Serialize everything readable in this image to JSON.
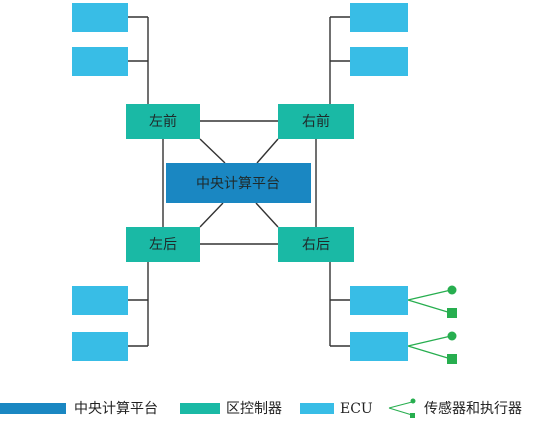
{
  "colors": {
    "central": "#1a87c2",
    "zone": "#1ab9a5",
    "ecu": "#38bde6",
    "sensor": "#27ae4f",
    "line": "#333333",
    "text": "#1f2a2a"
  },
  "central": {
    "label": "中央计算平台"
  },
  "zones": {
    "front_left": "左前",
    "front_right": "右前",
    "rear_left": "左后",
    "rear_right": "右后"
  },
  "legend": {
    "central": "中央计算平台",
    "zone": "区控制器",
    "ecu": "ECU",
    "sensor": "传感器和执行器"
  }
}
